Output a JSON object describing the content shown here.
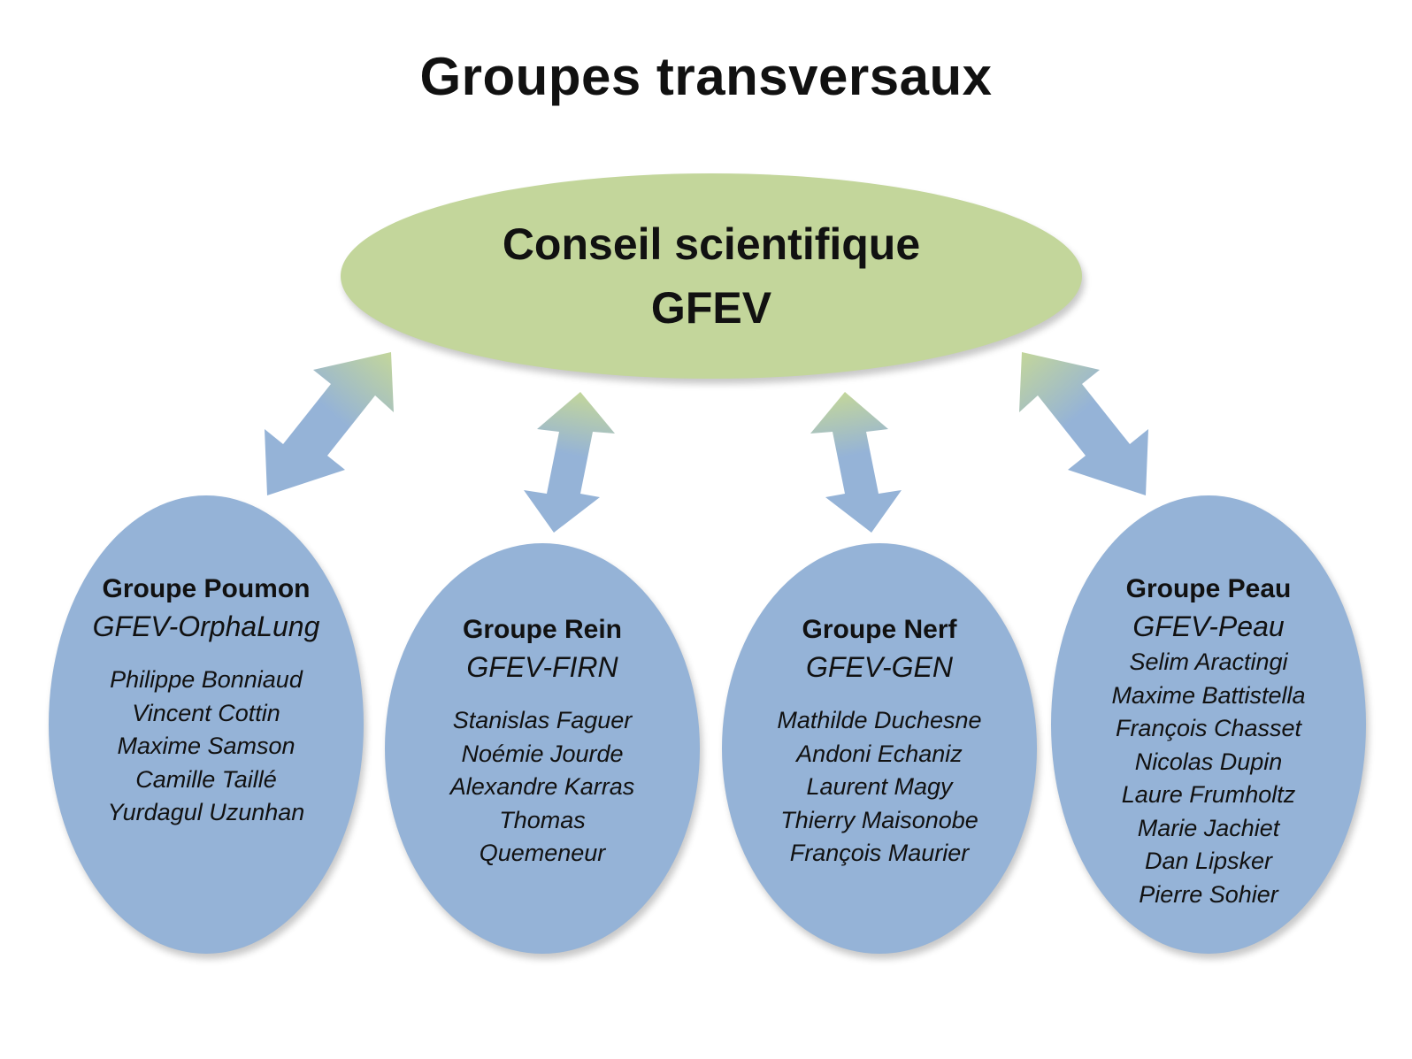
{
  "title": "Groupes transversaux",
  "council": {
    "line1": "Conseil scientifique",
    "line2": "GFEV"
  },
  "colors": {
    "council_fill": "#c3d69b",
    "group_fill": "#95b3d7",
    "arrow_blue": "#95b3d7",
    "arrow_green": "#c3d69b"
  },
  "groups": [
    {
      "title": "Groupe Poumon",
      "subtitle": "GFEV-OrphaLung",
      "members": [
        "Philippe Bonniaud",
        "Vincent Cottin",
        "Maxime Samson",
        "Camille Taillé",
        "Yurdagul Uzunhan"
      ]
    },
    {
      "title": "Groupe Rein",
      "subtitle": "GFEV-FIRN",
      "members": [
        "Stanislas Faguer",
        "Noémie Jourde",
        "Alexandre Karras",
        "Thomas",
        "Quemeneur"
      ]
    },
    {
      "title": "Groupe Nerf",
      "subtitle": "GFEV-GEN",
      "members": [
        "Mathilde Duchesne",
        "Andoni Echaniz",
        "Laurent Magy",
        "Thierry Maisonobe",
        "François Maurier"
      ]
    },
    {
      "title": "Groupe Peau",
      "subtitle": "GFEV-Peau",
      "members": [
        "Selim Aractingi",
        "Maxime Battistella",
        "François Chasset",
        "Nicolas Dupin",
        "Laure Frumholtz",
        "Marie Jachiet",
        "Dan Lipsker",
        "Pierre Sohier"
      ]
    }
  ]
}
